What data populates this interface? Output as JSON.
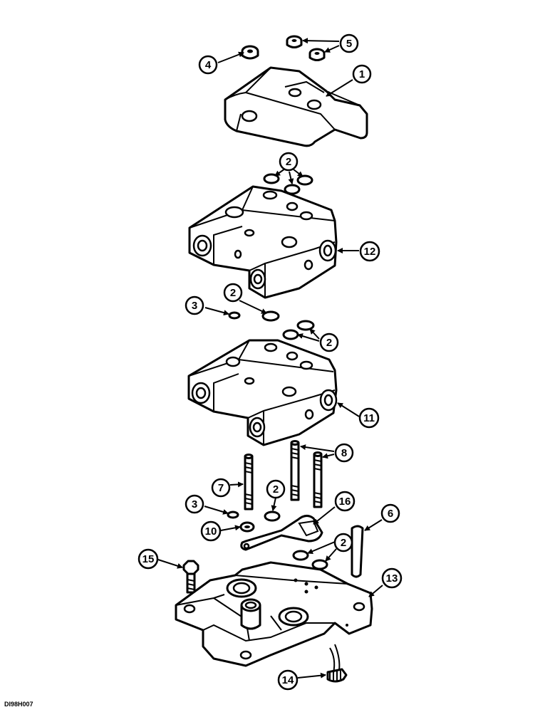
{
  "reference_code": "DI98H007",
  "callouts": {
    "c1": "1",
    "c2a": "2",
    "c2b": "2",
    "c2c": "2",
    "c2d": "2",
    "c2e": "2",
    "c3a": "3",
    "c3b": "3",
    "c4": "4",
    "c5": "5",
    "c6": "6",
    "c7": "7",
    "c8": "8",
    "c10": "10",
    "c11": "11",
    "c12": "12",
    "c13": "13",
    "c14": "14",
    "c15": "15",
    "c16": "16"
  }
}
